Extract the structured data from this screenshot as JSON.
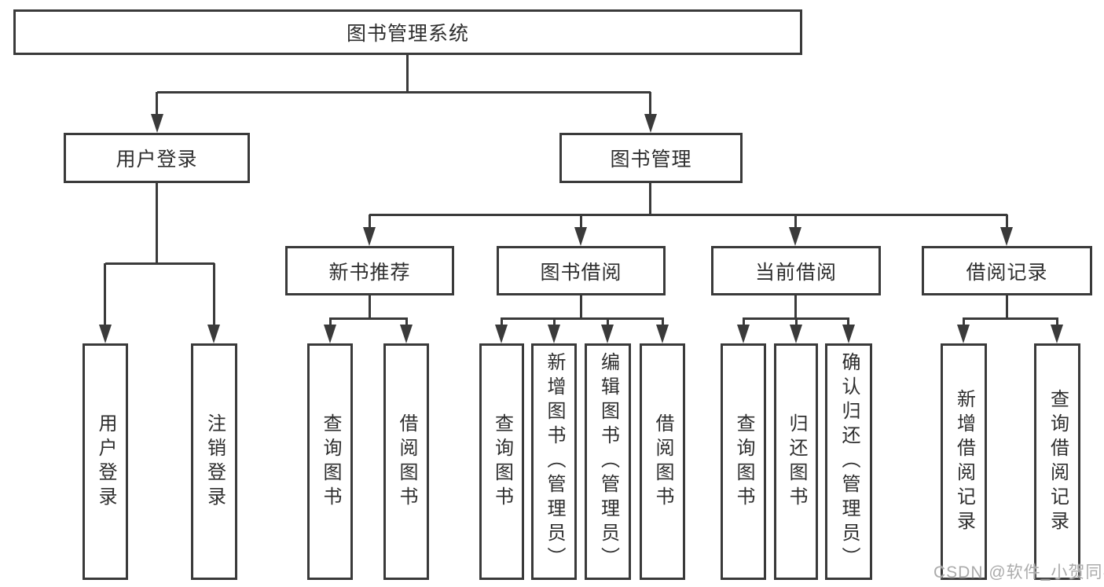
{
  "diagram_type": "tree",
  "colors": {
    "line": "#3a3a3a",
    "text": "#2e2e2e",
    "background": "#ffffff",
    "watermark": "#ababab"
  },
  "watermark": "CSDN @软件_小贺同学",
  "tree": {
    "label": "图书管理系统",
    "children": [
      {
        "label": "用户登录",
        "children": [
          {
            "label": "用户登录"
          },
          {
            "label": "注销登录"
          }
        ]
      },
      {
        "label": "图书管理",
        "children": [
          {
            "label": "新书推荐",
            "children": [
              {
                "label": "查询图书"
              },
              {
                "label": "借阅图书"
              }
            ]
          },
          {
            "label": "图书借阅",
            "children": [
              {
                "label": "查询图书"
              },
              {
                "label": "新增图书（管理员）"
              },
              {
                "label": "编辑图书（管理员）"
              },
              {
                "label": "借阅图书"
              }
            ]
          },
          {
            "label": "当前借阅",
            "children": [
              {
                "label": "查询图书"
              },
              {
                "label": "归还图书"
              },
              {
                "label": "确认归还（管理员）"
              }
            ]
          },
          {
            "label": "借阅记录",
            "children": [
              {
                "label": "新增借阅记录"
              },
              {
                "label": "查询借阅记录"
              }
            ]
          }
        ]
      }
    ]
  }
}
